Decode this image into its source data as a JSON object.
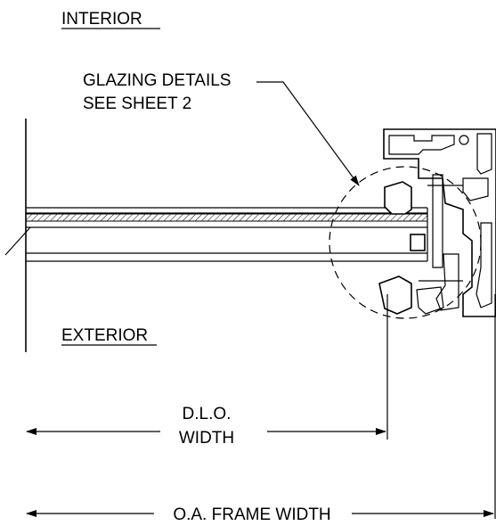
{
  "labels": {
    "interior": "INTERIOR",
    "glazing_line1": "GLAZING DETAILS",
    "glazing_line2": "SEE SHEET 2",
    "exterior": "EXTERIOR",
    "dlo_line1": "D.L.O.",
    "dlo_line2": "WIDTH",
    "oa_frame": "O.A. FRAME WIDTH"
  },
  "colors": {
    "line": "#000000",
    "background": "#ffffff"
  }
}
